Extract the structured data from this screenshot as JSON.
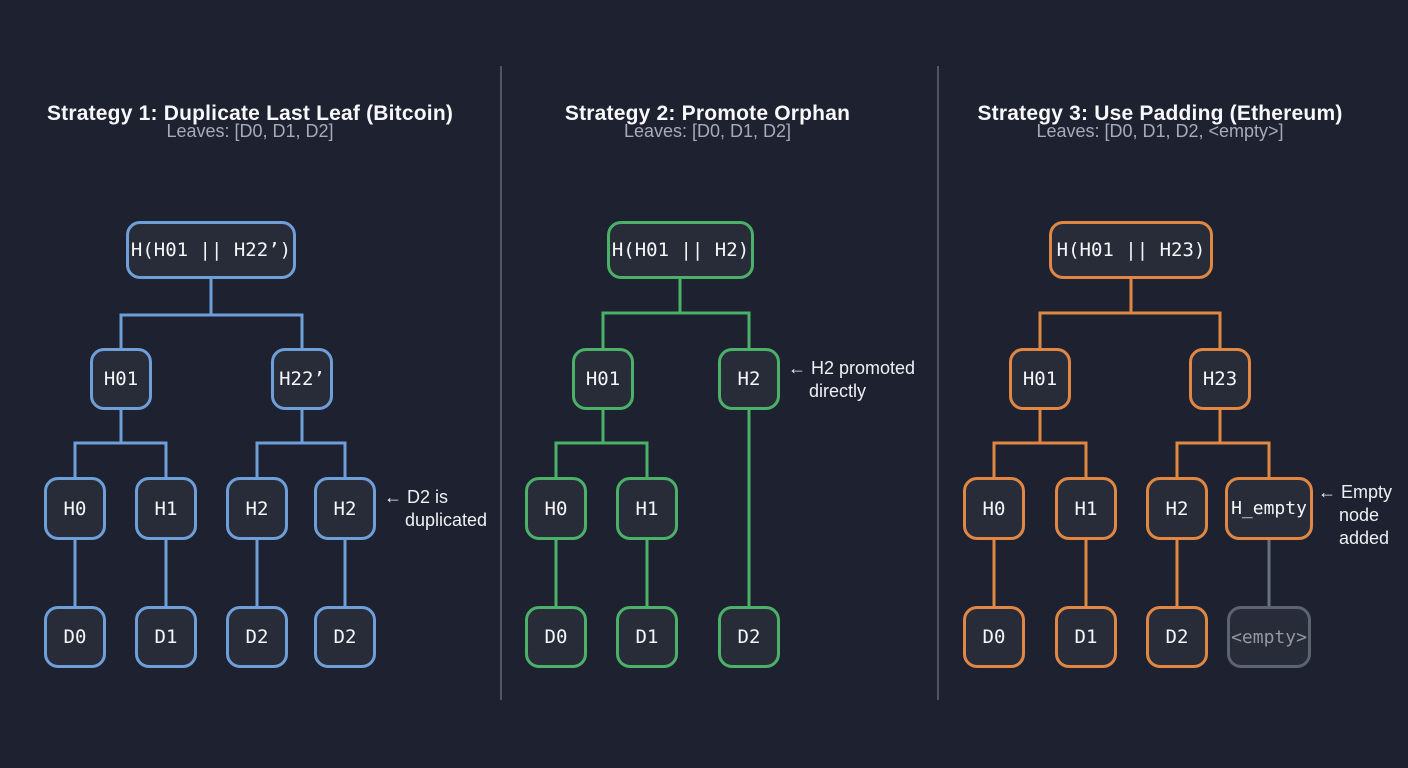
{
  "colors": {
    "background": "#1e2230",
    "node_fill": "#282c39",
    "strategy1_accent": "#6f9fd8",
    "strategy2_accent": "#4bb168",
    "strategy3_accent": "#e08843",
    "empty_accent": "#5d6370",
    "divider": "#4f5563",
    "title_text": "#f7f8fa",
    "subtitle_text": "#a6abb7"
  },
  "panels": [
    {
      "title": "Strategy 1: Duplicate Last Leaf (Bitcoin)",
      "subtitle": "Leaves: [D0, D1, D2]",
      "nodes": {
        "root": "H(H01 || H22’)",
        "level2": [
          "H01",
          "H22’"
        ],
        "level3": [
          "H0",
          "H1",
          "H2",
          "H2"
        ],
        "leaves": [
          "D0",
          "D1",
          "D2",
          "D2"
        ]
      },
      "annotation_lines": [
        "← D2 is",
        "duplicated"
      ]
    },
    {
      "title": "Strategy 2: Promote Orphan",
      "subtitle": "Leaves: [D0, D1, D2]",
      "nodes": {
        "root": "H(H01 || H2)",
        "level2": [
          "H01",
          "H2"
        ],
        "level3": [
          "H0",
          "H1"
        ],
        "leaves": [
          "D0",
          "D1",
          "D2"
        ]
      },
      "annotation_lines": [
        "← H2 promoted",
        "directly"
      ]
    },
    {
      "title": "Strategy 3: Use Padding (Ethereum)",
      "subtitle": "Leaves: [D0, D1, D2, <empty>]",
      "nodes": {
        "root": "H(H01 || H23)",
        "level2": [
          "H01",
          "H23"
        ],
        "level3": [
          "H0",
          "H1",
          "H2",
          "H_empty"
        ],
        "leaves": [
          "D0",
          "D1",
          "D2",
          "<empty>"
        ]
      },
      "annotation_lines": [
        "← Empty",
        "node",
        "added"
      ]
    }
  ]
}
